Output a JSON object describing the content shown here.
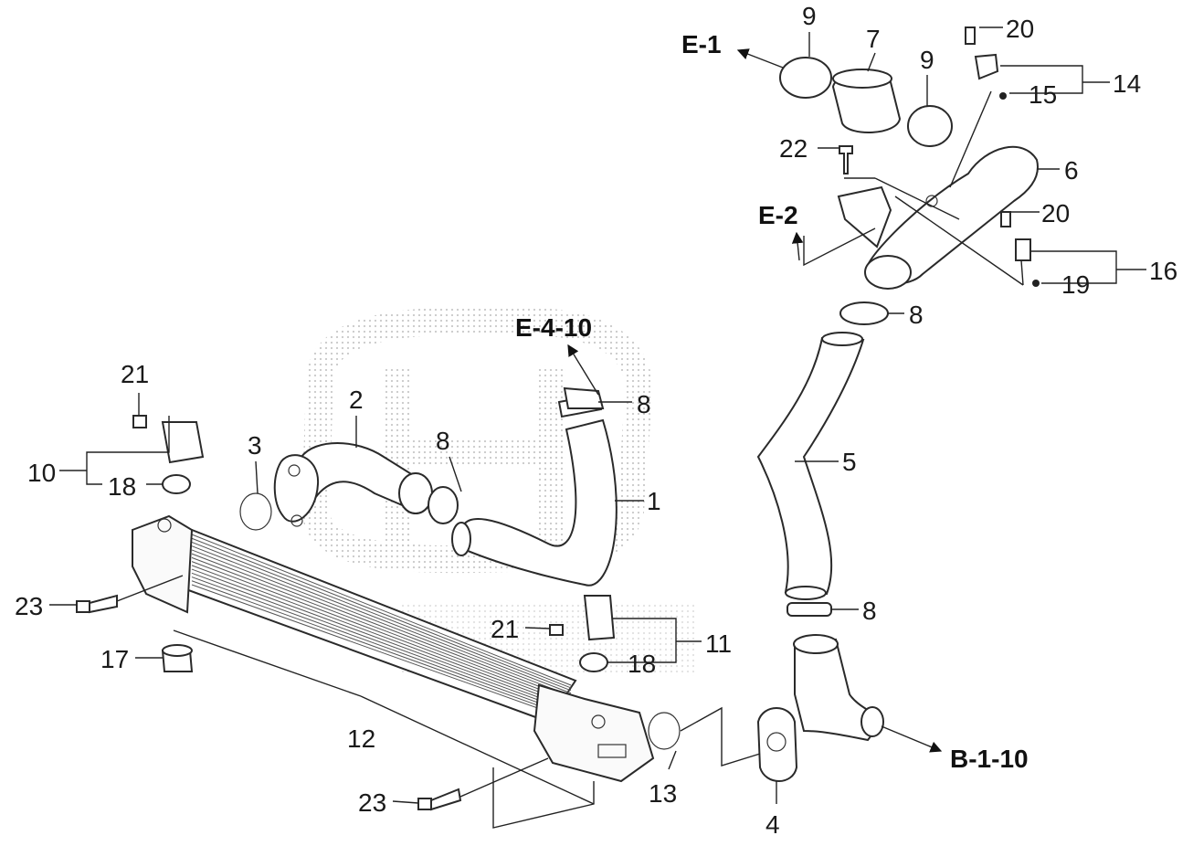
{
  "diagram": {
    "type": "exploded-parts-diagram",
    "colors": {
      "ink": "#1a1a1a",
      "watermark": "#c8c8c8",
      "background": "#ffffff"
    },
    "part_numbers": [
      {
        "id": "p1",
        "label": "1"
      },
      {
        "id": "p2",
        "label": "2"
      },
      {
        "id": "p3",
        "label": "3"
      },
      {
        "id": "p4",
        "label": "4"
      },
      {
        "id": "p5",
        "label": "5"
      },
      {
        "id": "p6",
        "label": "6"
      },
      {
        "id": "p7",
        "label": "7"
      },
      {
        "id": "p8a",
        "label": "8"
      },
      {
        "id": "p8b",
        "label": "8"
      },
      {
        "id": "p8c",
        "label": "8"
      },
      {
        "id": "p8d",
        "label": "8"
      },
      {
        "id": "p9a",
        "label": "9"
      },
      {
        "id": "p9b",
        "label": "9"
      },
      {
        "id": "p10",
        "label": "10"
      },
      {
        "id": "p11",
        "label": "11"
      },
      {
        "id": "p12",
        "label": "12"
      },
      {
        "id": "p13",
        "label": "13"
      },
      {
        "id": "p14",
        "label": "14"
      },
      {
        "id": "p15",
        "label": "15"
      },
      {
        "id": "p16",
        "label": "16"
      },
      {
        "id": "p17",
        "label": "17"
      },
      {
        "id": "p18a",
        "label": "18"
      },
      {
        "id": "p18b",
        "label": "18"
      },
      {
        "id": "p19",
        "label": "19"
      },
      {
        "id": "p20a",
        "label": "20"
      },
      {
        "id": "p20b",
        "label": "20"
      },
      {
        "id": "p21a",
        "label": "21"
      },
      {
        "id": "p21b",
        "label": "21"
      },
      {
        "id": "p22",
        "label": "22"
      },
      {
        "id": "p23a",
        "label": "23"
      },
      {
        "id": "p23b",
        "label": "23"
      }
    ],
    "references": [
      {
        "id": "e1",
        "label": "E-1"
      },
      {
        "id": "e2",
        "label": "E-2"
      },
      {
        "id": "e410",
        "label": "E-4-10"
      },
      {
        "id": "b110",
        "label": "B-1-10"
      }
    ]
  }
}
